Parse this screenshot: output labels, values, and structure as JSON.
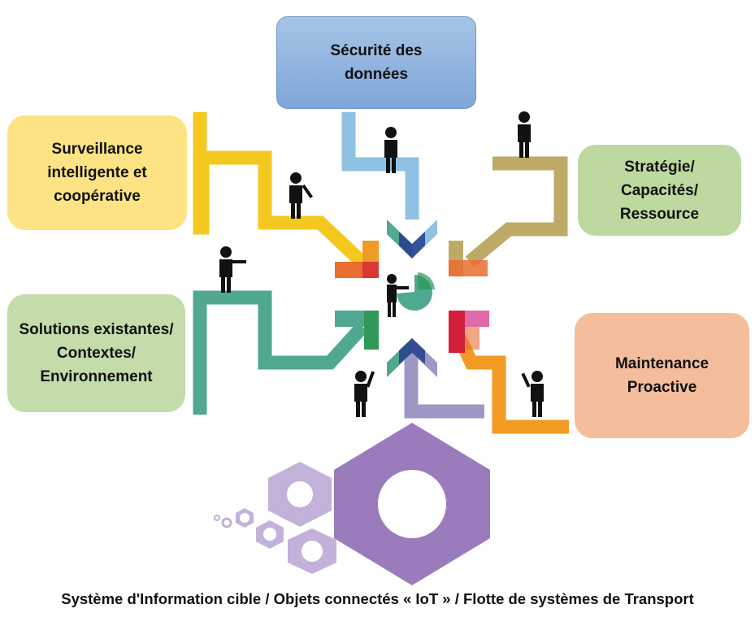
{
  "boxes": {
    "securite": {
      "lines": [
        "Sécurité des",
        "données"
      ]
    },
    "surveillance": {
      "lines": [
        "Surveillance",
        "intelligente et",
        "coopérative"
      ]
    },
    "strategie": {
      "lines": [
        "Stratégie/",
        "Capacités/",
        "Ressource"
      ]
    },
    "solutions": {
      "lines": [
        "Solutions existantes/",
        "Contextes/",
        "Environnement"
      ]
    },
    "maintenance": {
      "lines": [
        "Maintenance",
        "Proactive"
      ]
    }
  },
  "footer": {
    "caption": "Système d'Information cible / Objets connectés « IoT » / Flotte de systèmes de Transport"
  },
  "colors": {
    "arrow_blue": "#8fc1e3",
    "arrow_yellow": "#f5c81f",
    "arrow_olive": "#bcaa66",
    "arrow_teal": "#4fa88f",
    "arrow_orange": "#f29b24",
    "arrow_lavender": "#9e97c6",
    "chevron_orange": "#ea6d30",
    "chevron_navy": "#253d8c",
    "chevron_red": "#d21f3c",
    "chevron_pink": "#e06aa7",
    "chevron_green": "#2f9a57",
    "gear_dark": "#9a7cbd",
    "gear_light": "#c2b2d9",
    "figure": "#111111"
  }
}
